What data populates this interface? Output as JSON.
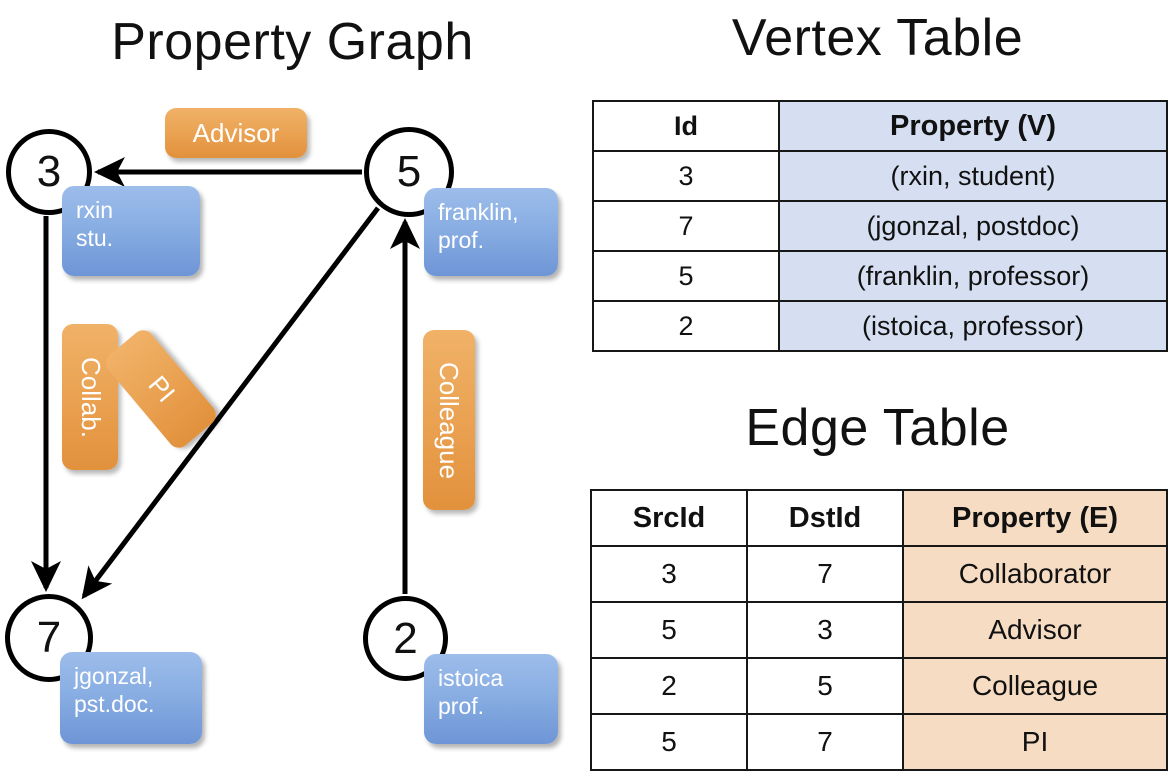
{
  "titles": {
    "property_graph": "Property Graph",
    "vertex_table": "Vertex Table",
    "edge_table": "Edge Table"
  },
  "colors": {
    "vertex_property_fill": "#d5dff1",
    "edge_property_fill": "#f6dcc2",
    "vertex_box_blue": "#89aee3",
    "edge_label_orange": "#eaa252",
    "stroke": "#111111",
    "background": "#ffffff"
  },
  "graph": {
    "nodes": [
      {
        "id": "3",
        "label": "3",
        "property_text": "rxin\nstu."
      },
      {
        "id": "5",
        "label": "5",
        "property_text": "franklin,\nprof."
      },
      {
        "id": "7",
        "label": "7",
        "property_text": "jgonzal,\npst.doc."
      },
      {
        "id": "2",
        "label": "2",
        "property_text": "istoica\nprof."
      }
    ],
    "edge_labels": [
      {
        "id": "advisor",
        "text": "Advisor",
        "orientation": "horizontal"
      },
      {
        "id": "collab",
        "text": "Collab.",
        "orientation": "vertical"
      },
      {
        "id": "pi",
        "text": "PI",
        "orientation": "diagonal"
      },
      {
        "id": "colleague",
        "text": "Colleague",
        "orientation": "vertical"
      }
    ],
    "edges": [
      {
        "src": "5",
        "dst": "3",
        "label": "Advisor"
      },
      {
        "src": "3",
        "dst": "7",
        "label": "Collab."
      },
      {
        "src": "5",
        "dst": "7",
        "label": "PI"
      },
      {
        "src": "2",
        "dst": "5",
        "label": "Colleague"
      }
    ]
  },
  "vertex_table": {
    "headers": [
      "Id",
      "Property (V)"
    ],
    "rows": [
      [
        "3",
        "(rxin, student)"
      ],
      [
        "7",
        "(jgonzal, postdoc)"
      ],
      [
        "5",
        "(franklin, professor)"
      ],
      [
        "2",
        "(istoica, professor)"
      ]
    ]
  },
  "edge_table": {
    "headers": [
      "SrcId",
      "DstId",
      "Property (E)"
    ],
    "rows": [
      [
        "3",
        "7",
        "Collaborator"
      ],
      [
        "5",
        "3",
        "Advisor"
      ],
      [
        "2",
        "5",
        "Colleague"
      ],
      [
        "5",
        "7",
        "PI"
      ]
    ]
  }
}
